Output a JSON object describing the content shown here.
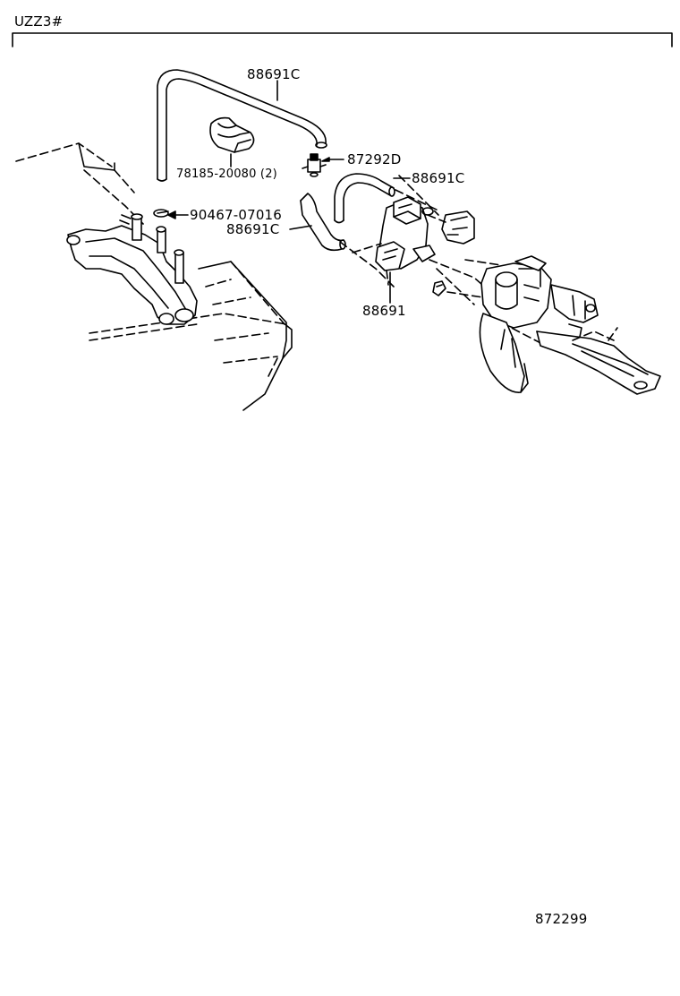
{
  "header": {
    "model_code": "UZZ3#"
  },
  "callouts": [
    {
      "part_no": "88691C"
    },
    {
      "part_no": "78185-20080 (2)"
    },
    {
      "part_no": "87292D"
    },
    {
      "part_no": "88691C"
    },
    {
      "part_no": "90467-07016"
    },
    {
      "part_no": "88691C"
    },
    {
      "part_no": "88691"
    }
  ],
  "footer": {
    "diagram_no": "872299"
  }
}
